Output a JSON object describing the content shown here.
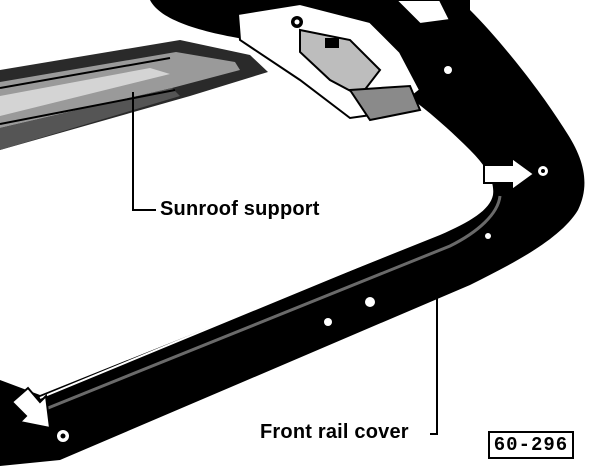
{
  "labels": {
    "sunroof_support": "Sunroof support",
    "front_rail_cover": "Front rail cover"
  },
  "figure_code": "60-296",
  "colors": {
    "ink": "#000000",
    "paper": "#ffffff",
    "mid_grey": "#8a8a8a",
    "light_grey": "#c8c8c8"
  }
}
